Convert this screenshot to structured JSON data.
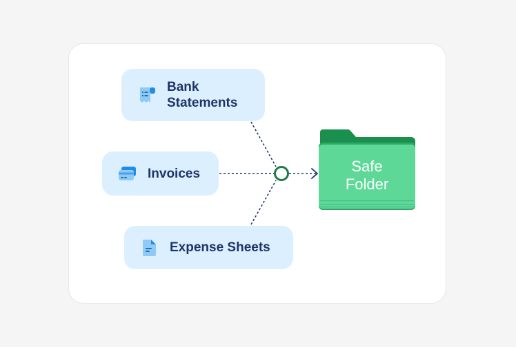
{
  "sources": [
    {
      "id": "bank",
      "label": "Bank Statements",
      "icon": "receipt-icon"
    },
    {
      "id": "invoices",
      "label": "Invoices",
      "icon": "cards-icon"
    },
    {
      "id": "expense",
      "label": "Expense Sheets",
      "icon": "document-icon"
    }
  ],
  "target": {
    "label": "Safe\nFolder",
    "icon": "folder-icon"
  },
  "colors": {
    "card_fill": "#dcefff",
    "label_text": "#1c3567",
    "icon_blue": "#4aa3e8",
    "connector": "#1c3567",
    "node_ring": "#1f7a45",
    "folder_green": "#34c27a"
  }
}
